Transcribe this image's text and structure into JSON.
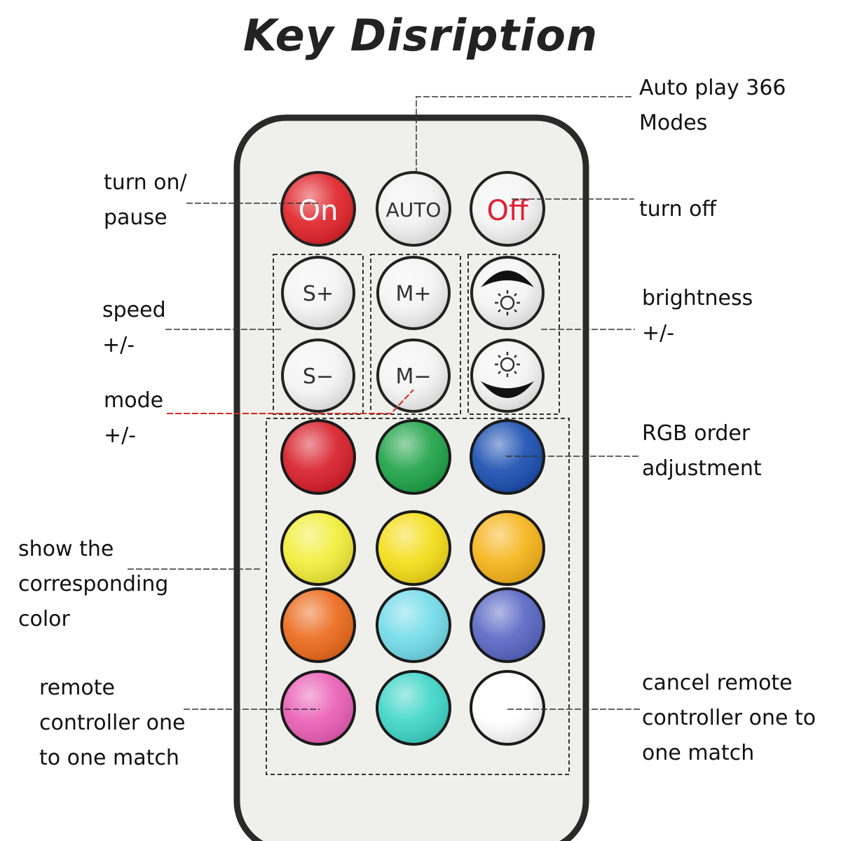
{
  "title": "Key Disription",
  "buttons": {
    "on": "On",
    "auto": "AUTO",
    "off": "Off",
    "speed_up": "S+",
    "speed_down": "S−",
    "mode_up": "M+",
    "mode_down": "M−"
  },
  "labels": {
    "auto_play": [
      "Auto play 366",
      "Modes"
    ],
    "turn_on_pause": [
      "turn on/",
      "pause"
    ],
    "turn_off": [
      "turn off"
    ],
    "speed": [
      "speed",
      "+/-"
    ],
    "brightness": [
      "brightness",
      "+/-"
    ],
    "mode": [
      "mode",
      "+/-"
    ],
    "rgb_order": [
      "RGB order",
      "adjustment"
    ],
    "show_color": [
      "show the",
      "corresponding",
      "color"
    ],
    "remote_match": [
      "remote",
      "controller one",
      "to one match"
    ],
    "cancel_match": [
      "cancel remote",
      "controller one to",
      "one match"
    ]
  },
  "colors": {
    "remote_body": "#efefec",
    "remote_border": "#2a2a2a",
    "on_button": "#e0242a",
    "off_text": "#e02030",
    "mode_line": "#d42a1e",
    "color_keys": [
      [
        "#d81f2a",
        "#1fa348",
        "#1b4fb0"
      ],
      [
        "#f2ee3a",
        "#f4dd18",
        "#f6b41a"
      ],
      [
        "#ec6a1c",
        "#73dcea",
        "#5867c4"
      ],
      [
        "#ea5fb6",
        "#3fd6c8",
        "#ffffff"
      ]
    ]
  }
}
